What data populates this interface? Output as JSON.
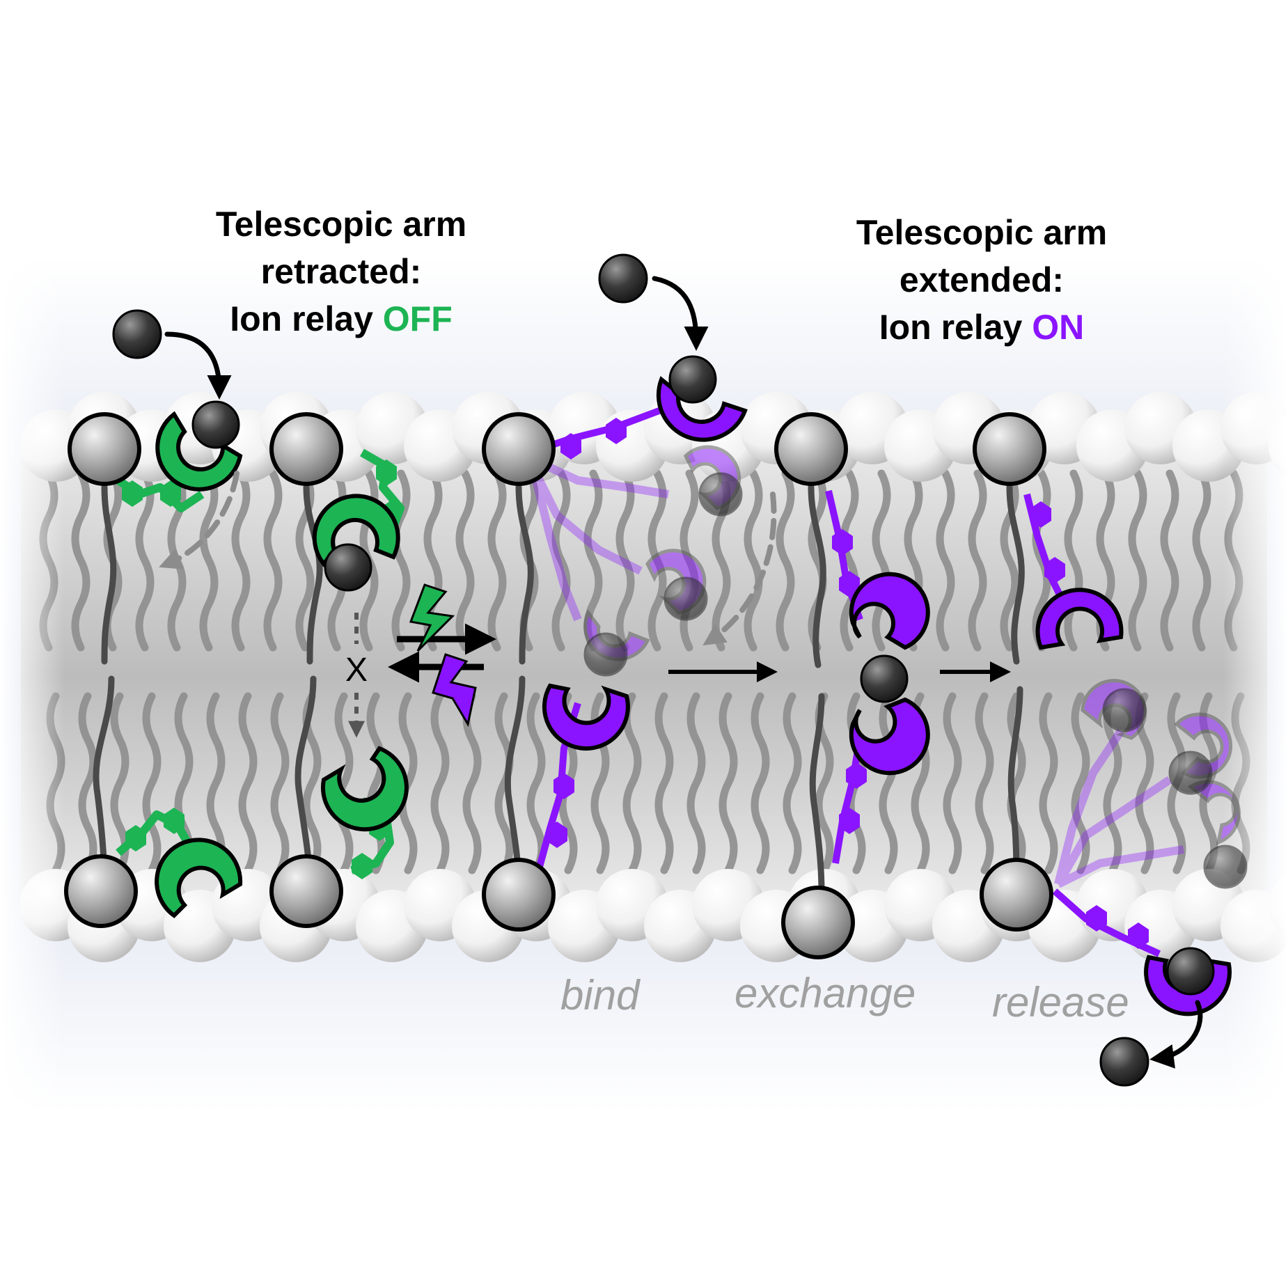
{
  "left_label": {
    "line1": "Telescopic arm",
    "line2": "retracted:",
    "prefix": "Ion relay",
    "state": "OFF"
  },
  "right_label": {
    "line1": "Telescopic arm",
    "line2": "extended:",
    "prefix": "Ion relay",
    "state": "ON"
  },
  "steps": {
    "bind": "bind",
    "exchange": "exchange",
    "release": "release"
  },
  "blocked_mark": "X",
  "colors": {
    "off": "#1db454",
    "on": "#8a14ff",
    "ion": "#3a3a3a",
    "step_text": "#a0a0a0"
  },
  "icons": [
    "lipid-headgroup-icon",
    "ion-sphere-icon",
    "lightning-bolt-icon",
    "equilibrium-arrows-icon",
    "crown-receptor-icon"
  ]
}
